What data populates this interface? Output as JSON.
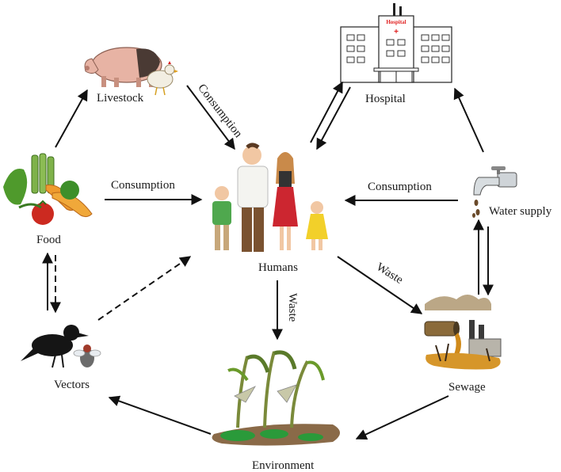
{
  "nodes": {
    "livestock": "Livestock",
    "hospital": "Hospital",
    "hospital_sign": "Hospital",
    "food": "Food",
    "humans": "Humans",
    "water_supply": "Water supply",
    "vectors": "Vectors",
    "sewage": "Sewage",
    "environment": "Environment"
  },
  "edge_labels": {
    "livestock_to_humans": "Consumption",
    "food_to_humans": "Consumption",
    "water_to_humans": "Consumption",
    "humans_to_environment": "Waste",
    "humans_to_sewage": "Waste"
  },
  "colors": {
    "arrow": "#111111",
    "food_green": "#3f8f2a",
    "food_orange": "#e58a22",
    "livestock_pink": "#d69a8a",
    "hospital_red": "#e02020",
    "sewage_brown": "#8a6a3a",
    "environment_green": "#6a9a2a"
  }
}
